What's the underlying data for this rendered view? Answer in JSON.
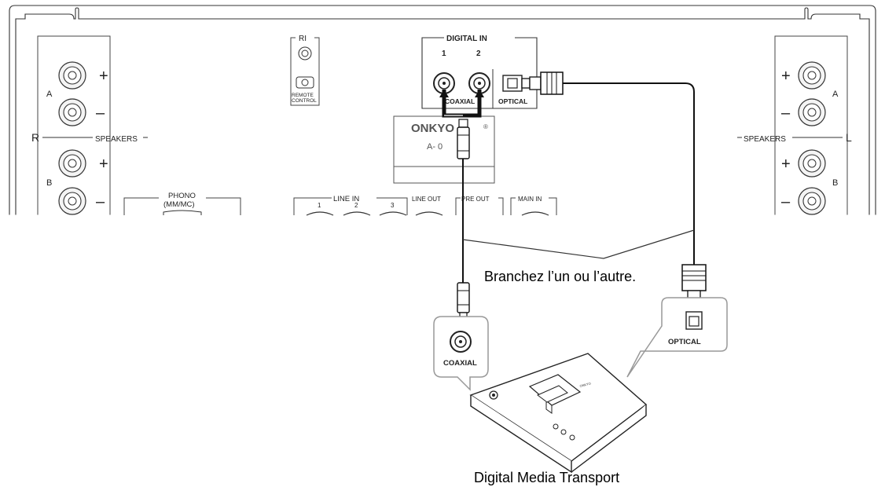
{
  "rear_panel": {
    "speakers_label_left": "SPEAKERS",
    "speakers_label_right": "SPEAKERS",
    "channel_r": "R",
    "channel_l": "L",
    "group_a": "A",
    "group_b": "B",
    "plus": "+",
    "minus": "–",
    "ri_label": "RI",
    "remote_label_1": "REMOTE",
    "remote_label_2": "CONTROL",
    "digital_in_label": "DIGITAL IN",
    "digital_in_1": "1",
    "digital_in_2": "2",
    "coaxial_label": "COAXIAL",
    "optical_label": "OPTICAL",
    "brand": "ONKYO",
    "model": "A‑ 0",
    "phono_label_1": "PHONO",
    "phono_label_2": "(MM/MC)",
    "line_in_label": "LINE IN",
    "line_in_1": "1",
    "line_in_2": "2",
    "line_in_3": "3",
    "line_out_label": "LINE OUT",
    "pre_out_label": "PRE OUT",
    "main_in_label": "MAIN IN"
  },
  "instruction": "Branchez l’un ou l’autre.",
  "callouts": {
    "coaxial": "COAXIAL",
    "optical": "OPTICAL"
  },
  "device": {
    "name": "Digital Media Transport",
    "brand": "ONKYO"
  }
}
